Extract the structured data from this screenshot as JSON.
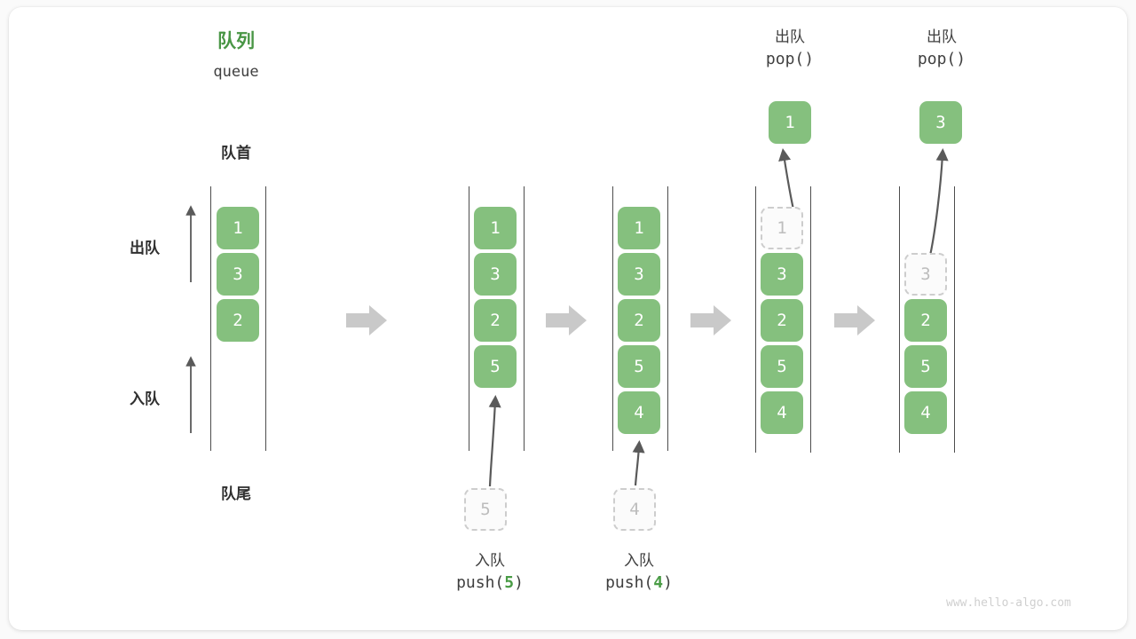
{
  "diagram": {
    "title_cn": "队列",
    "title_en": "queue",
    "front_label": "队首",
    "rear_label": "队尾",
    "dequeue_side_label": "出队",
    "enqueue_side_label": "入队",
    "watermark": "www.hello-algo.com",
    "colors": {
      "accent_green": "#85c07e",
      "title_green": "#499645",
      "rail_gray": "#4d4d4d",
      "arrow_gray": "#5a5a5a",
      "step_arrow_gray": "#c9c9c9",
      "ghost_gray": "#bdbdbd",
      "card_white": "#ffffff",
      "page_gray": "#fafafa"
    }
  },
  "columns": [
    {
      "id": "initial",
      "cells": [
        {
          "value": "1",
          "state": "filled"
        },
        {
          "value": "3",
          "state": "filled"
        },
        {
          "value": "2",
          "state": "filled"
        }
      ]
    },
    {
      "id": "after-push-5",
      "cells": [
        {
          "value": "1",
          "state": "filled"
        },
        {
          "value": "3",
          "state": "filled"
        },
        {
          "value": "2",
          "state": "filled"
        },
        {
          "value": "5",
          "state": "filled"
        }
      ],
      "incoming": {
        "value": "5",
        "state": "ghost"
      },
      "op": {
        "line1": "入队",
        "call": "push(",
        "num": "5",
        "close": ")"
      }
    },
    {
      "id": "after-push-4",
      "cells": [
        {
          "value": "1",
          "state": "filled"
        },
        {
          "value": "3",
          "state": "filled"
        },
        {
          "value": "2",
          "state": "filled"
        },
        {
          "value": "5",
          "state": "filled"
        },
        {
          "value": "4",
          "state": "filled"
        }
      ],
      "incoming": {
        "value": "4",
        "state": "ghost"
      },
      "op": {
        "line1": "入队",
        "call": "push(",
        "num": "4",
        "close": ")"
      }
    },
    {
      "id": "pop-1",
      "cells": [
        {
          "value": "1",
          "state": "ghost"
        },
        {
          "value": "3",
          "state": "filled"
        },
        {
          "value": "2",
          "state": "filled"
        },
        {
          "value": "5",
          "state": "filled"
        },
        {
          "value": "4",
          "state": "filled"
        }
      ],
      "outgoing": {
        "value": "1",
        "state": "filled"
      },
      "op": {
        "line1": "出队",
        "call": "pop(",
        "num": "",
        "close": ")"
      }
    },
    {
      "id": "pop-3",
      "cells": [
        {
          "value": "",
          "state": "empty"
        },
        {
          "value": "3",
          "state": "ghost"
        },
        {
          "value": "2",
          "state": "filled"
        },
        {
          "value": "5",
          "state": "filled"
        },
        {
          "value": "4",
          "state": "filled"
        }
      ],
      "outgoing": {
        "value": "3",
        "state": "filled"
      },
      "op": {
        "line1": "出队",
        "call": "pop(",
        "num": "",
        "close": ")"
      }
    }
  ]
}
